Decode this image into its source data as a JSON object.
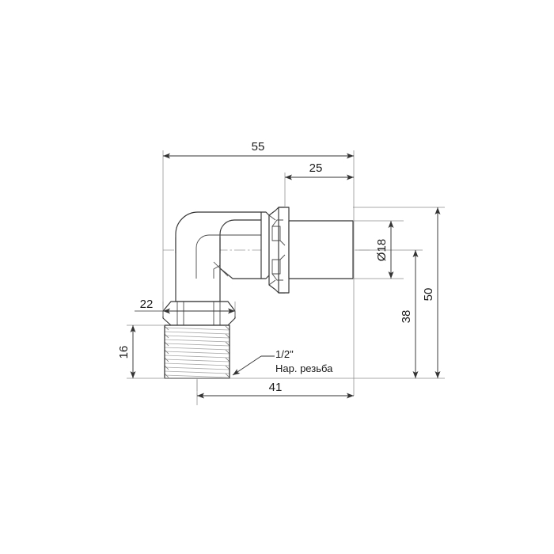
{
  "drawing": {
    "title": "Elbow press fitting with male thread - dimensioned drawing",
    "background_color": "#ffffff",
    "line_color": "#333333",
    "dim_line_color": "#3a3a3a",
    "center_line_color": "#8a8a8a",
    "hatch_color": "#b5b5b5",
    "text_color": "#1a1a1a"
  },
  "dimensions": {
    "overall_length_top": "55",
    "press_end_length": "25",
    "bore_diameter": "Ø18",
    "height_to_axis": "38",
    "overall_height": "50",
    "hex_width": "22",
    "thread_length": "16",
    "base_to_axis_length": "41"
  },
  "annotations": {
    "thread_size": "1/2\"",
    "thread_type": "Нар. резьба"
  }
}
